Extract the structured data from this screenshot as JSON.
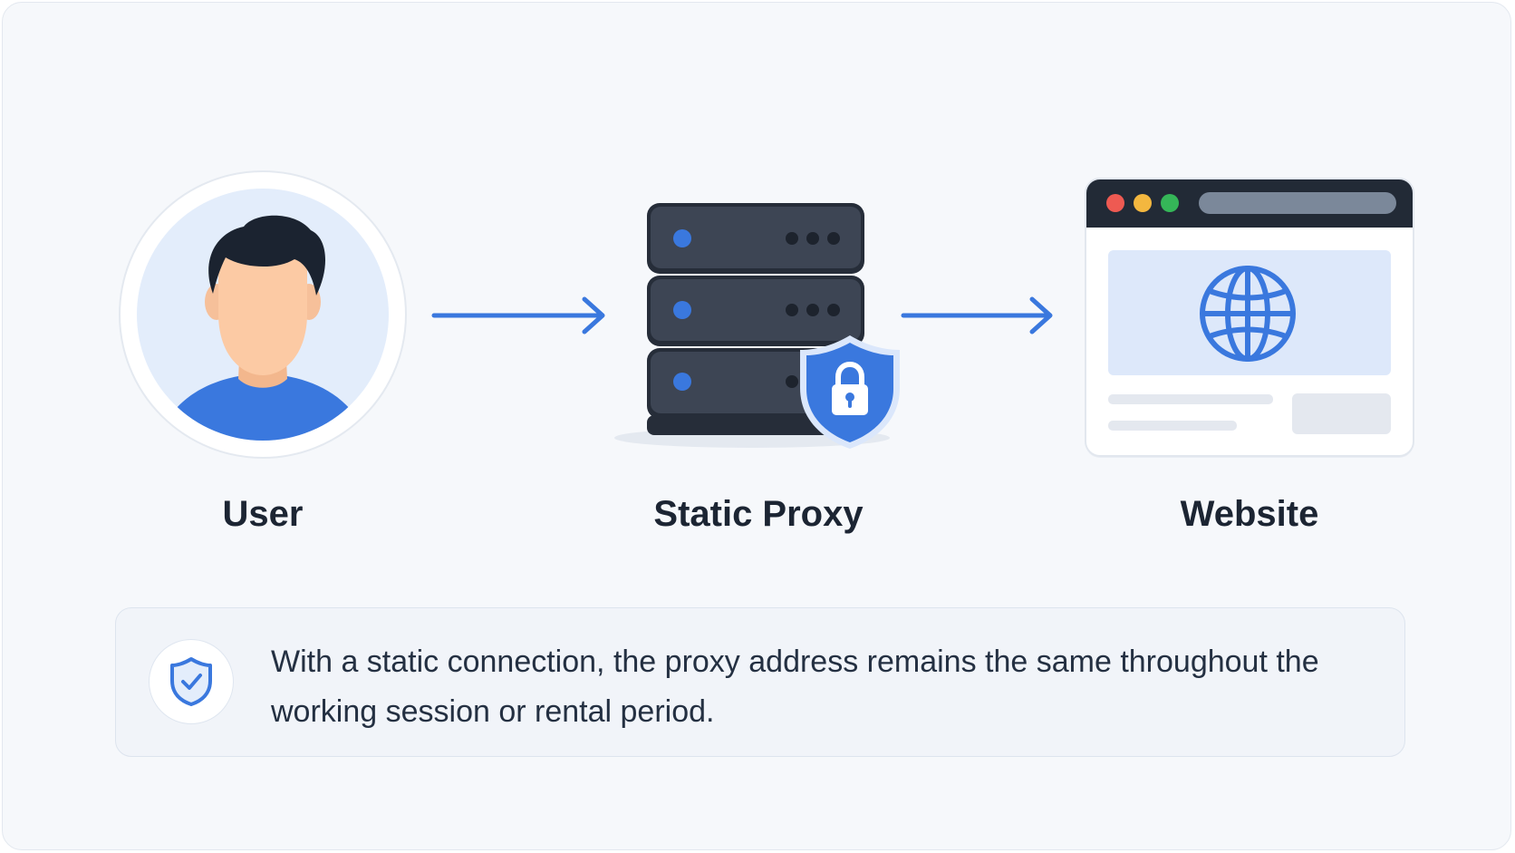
{
  "nodes": {
    "user": {
      "label": "User"
    },
    "proxy": {
      "label": "Static Proxy"
    },
    "website": {
      "label": "Website"
    }
  },
  "info": {
    "text": "With a static connection, the proxy address remains the same throughout the working session or rental period."
  },
  "colors": {
    "accent": "#3a78de",
    "dark": "#3d4554",
    "background": "#f6f8fb"
  },
  "icons": [
    "user-avatar-icon",
    "server-stack-icon",
    "lock-shield-icon",
    "browser-window-icon",
    "globe-icon",
    "shield-check-icon"
  ]
}
